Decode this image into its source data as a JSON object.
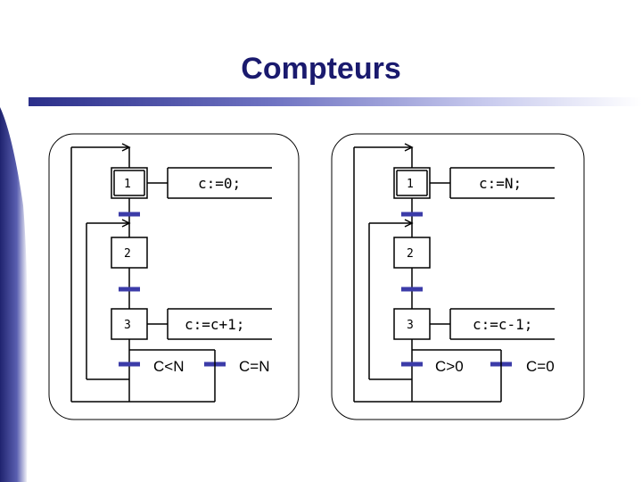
{
  "title": "Compteurs",
  "colors": {
    "title": "#1a1a6e",
    "transition_bar": "#3b3ba8",
    "accent_bar": "#2b2f8a"
  },
  "counters": [
    {
      "steps": [
        "1",
        "2",
        "3"
      ],
      "actions": {
        "step1": "c:=0;",
        "step3": "c:=c+1;"
      },
      "conditions": {
        "loop": "C<N",
        "exit": "C=N"
      }
    },
    {
      "steps": [
        "1",
        "2",
        "3"
      ],
      "actions": {
        "step1": "c:=N;",
        "step3": "c:=c-1;"
      },
      "conditions": {
        "loop": "C>0",
        "exit": "C=0"
      }
    }
  ]
}
